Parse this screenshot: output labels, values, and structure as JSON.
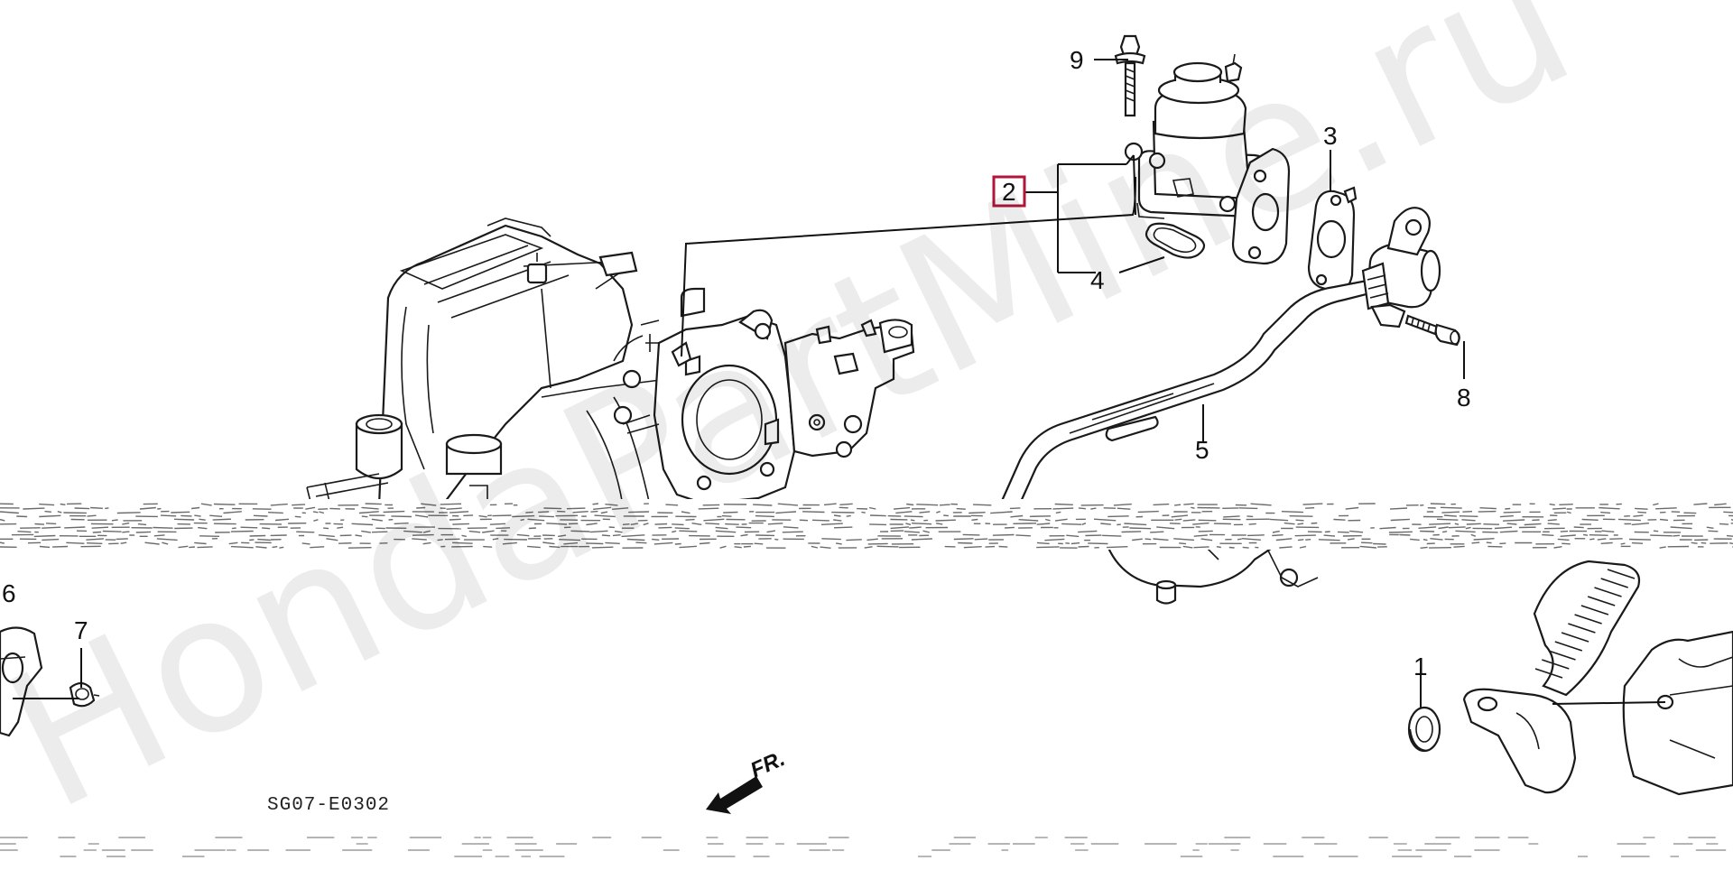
{
  "diagram": {
    "watermark": "HondaPartMine.ru",
    "drawing_code": "SG07-E0302",
    "direction_label": "FR.",
    "callouts": [
      {
        "id": "c1",
        "label": "1"
      },
      {
        "id": "c2",
        "label": "2",
        "boxed": true
      },
      {
        "id": "c3",
        "label": "3"
      },
      {
        "id": "c4",
        "label": "4"
      },
      {
        "id": "c5",
        "label": "5"
      },
      {
        "id": "c6",
        "label": "6"
      },
      {
        "id": "c7",
        "label": "7"
      },
      {
        "id": "c8",
        "label": "8"
      },
      {
        "id": "c9",
        "label": "9"
      }
    ],
    "colors": {
      "highlight_box": "#b0163a",
      "line": "#1a1a1a",
      "background": "#ffffff"
    }
  }
}
